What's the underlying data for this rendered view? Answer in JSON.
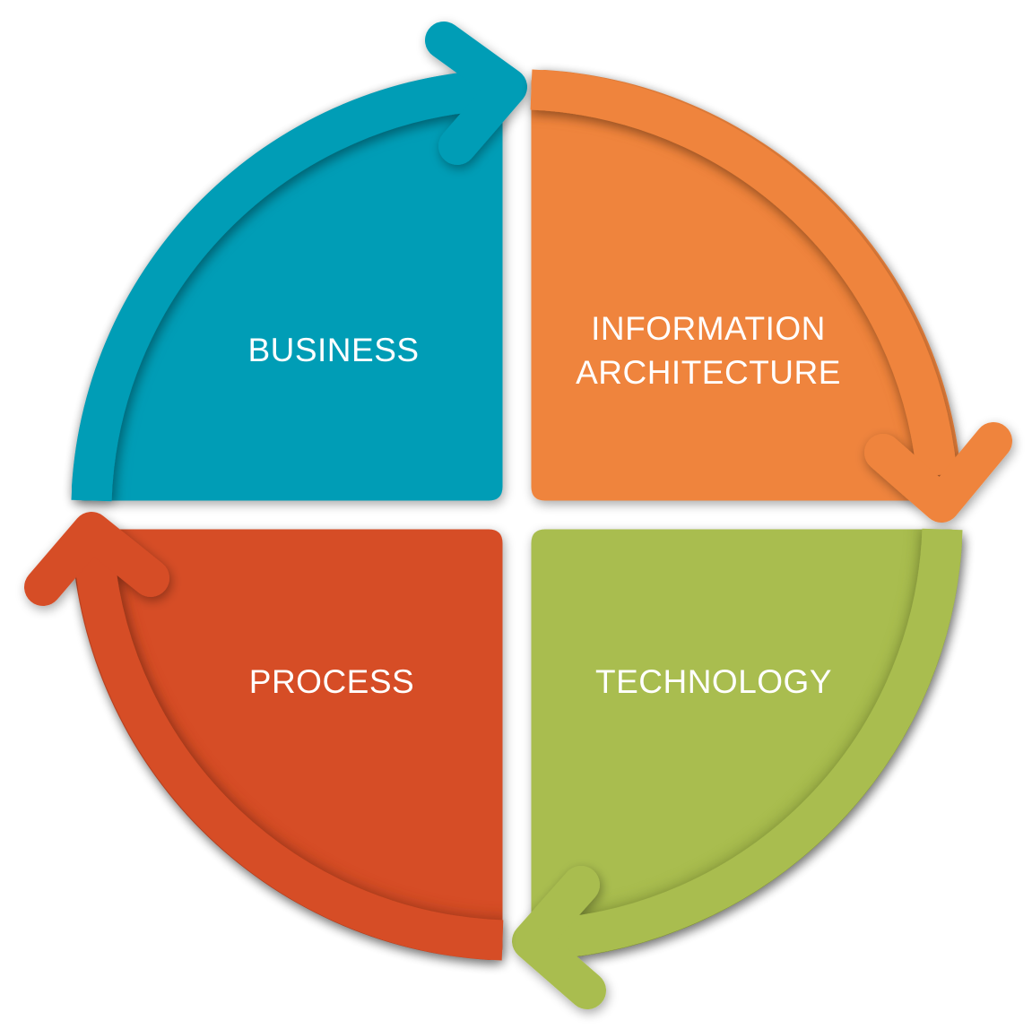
{
  "diagram": {
    "type": "cycle",
    "direction": "clockwise",
    "quadrants": [
      {
        "id": "business",
        "position": "top-left",
        "label_lines": [
          "BUSINESS"
        ],
        "color": "#009DB6"
      },
      {
        "id": "information-architecture",
        "position": "top-right",
        "label_lines": [
          "INFORMATION",
          "ARCHITECTURE"
        ],
        "color": "#EF843C"
      },
      {
        "id": "technology",
        "position": "bottom-right",
        "label_lines": [
          "TECHNOLOGY"
        ],
        "color": "#A9BD50"
      },
      {
        "id": "process",
        "position": "bottom-left",
        "label_lines": [
          "PROCESS"
        ],
        "color": "#D64D27"
      }
    ],
    "flow": [
      "BUSINESS",
      "INFORMATION ARCHITECTURE",
      "TECHNOLOGY",
      "PROCESS",
      "BUSINESS"
    ]
  }
}
